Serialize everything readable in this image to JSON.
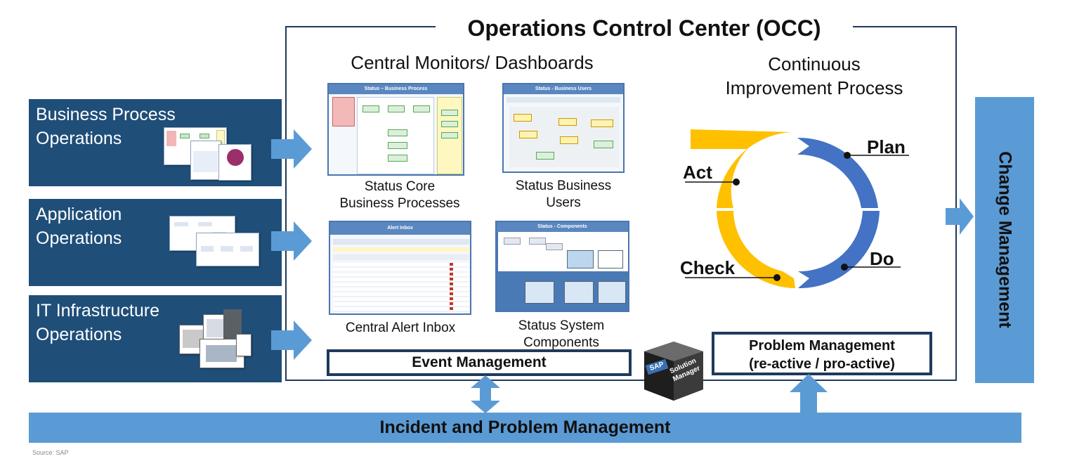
{
  "title": "Operations Control Center (OCC)",
  "operations": [
    {
      "label": "Business Process\nOperations"
    },
    {
      "label": "Application\nOperations"
    },
    {
      "label": "IT Infrastructure\nOperations"
    }
  ],
  "monitors": {
    "heading": "Central Monitors/ Dashboards",
    "items": [
      {
        "caption": "Status Core\nBusiness Processes",
        "screen_title": "Status – Business Process"
      },
      {
        "caption": "Status Business\nUsers",
        "screen_title": "Status - Business Users"
      },
      {
        "caption": "Central Alert Inbox",
        "screen_title": "Alert Inbox"
      },
      {
        "caption": "Status System\nComponents",
        "screen_title": "Status - Components"
      }
    ]
  },
  "improvement": {
    "heading_line1": "Continuous",
    "heading_line2": "Improvement Process",
    "steps": [
      "Plan",
      "Do",
      "Check",
      "Act"
    ]
  },
  "event_management": "Event Management",
  "problem_management": {
    "line1": "Problem Management",
    "line2": "(re-active / pro-active)"
  },
  "solution_manager": {
    "brand": "SAP",
    "line1": "Solution",
    "line2": "Manager"
  },
  "change_management": "Change Management",
  "incident_bar": "Incident and Problem Management",
  "source": "Source: SAP",
  "colors": {
    "navy": "#1f4e79",
    "light_blue": "#5b9bd5",
    "cycle_blue": "#4472c4",
    "cycle_yellow": "#ffc000"
  }
}
